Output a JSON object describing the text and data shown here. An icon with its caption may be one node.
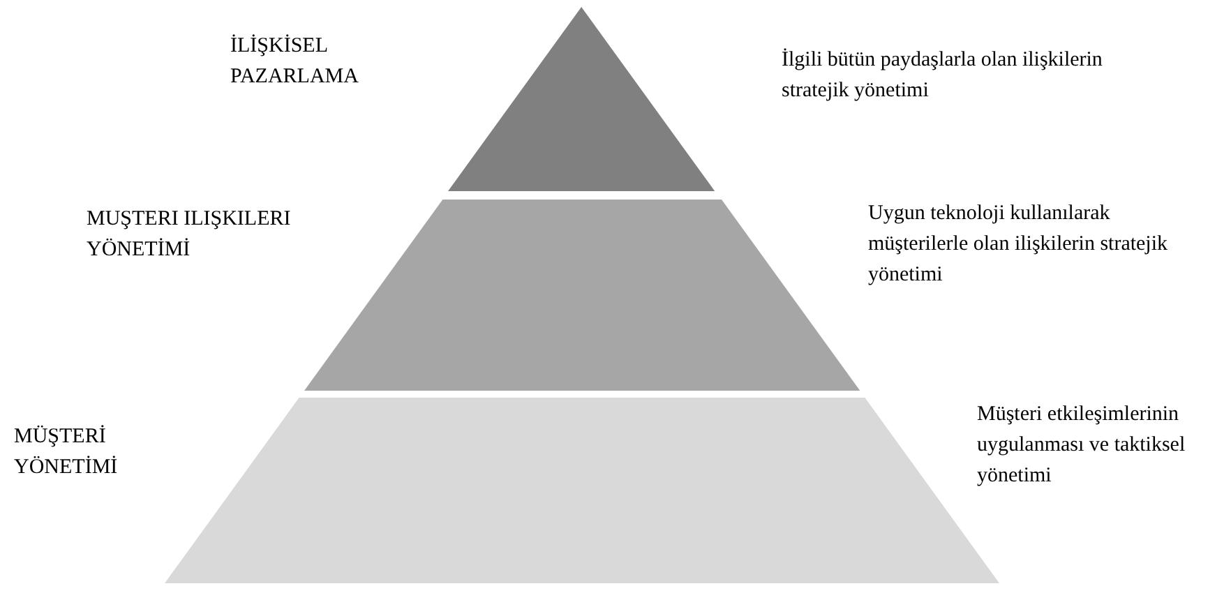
{
  "diagram": {
    "nodes": [
      {
        "text": [
          "İLİŞKİSEL PAZARLAMA"
        ],
        "beside": [
          "İlgili bütün paydaşlarla olan ilişkilerin stratejik yönetimi"
        ]
      },
      {
        "text": [
          "MUŞTERI ILIŞKILERI YÖNETİMİ"
        ],
        "beside": [
          "Uygun teknoloji kullanılarak müşterilerle olan ilişkilerin stratejik yönetimi"
        ]
      },
      {
        "text": [
          "MÜŞTERİ YÖNETİMİ"
        ],
        "beside": [
          "Müşteri etkileşimlerinin uygulanması ve taktiksel yönetimi"
        ]
      }
    ]
  }
}
